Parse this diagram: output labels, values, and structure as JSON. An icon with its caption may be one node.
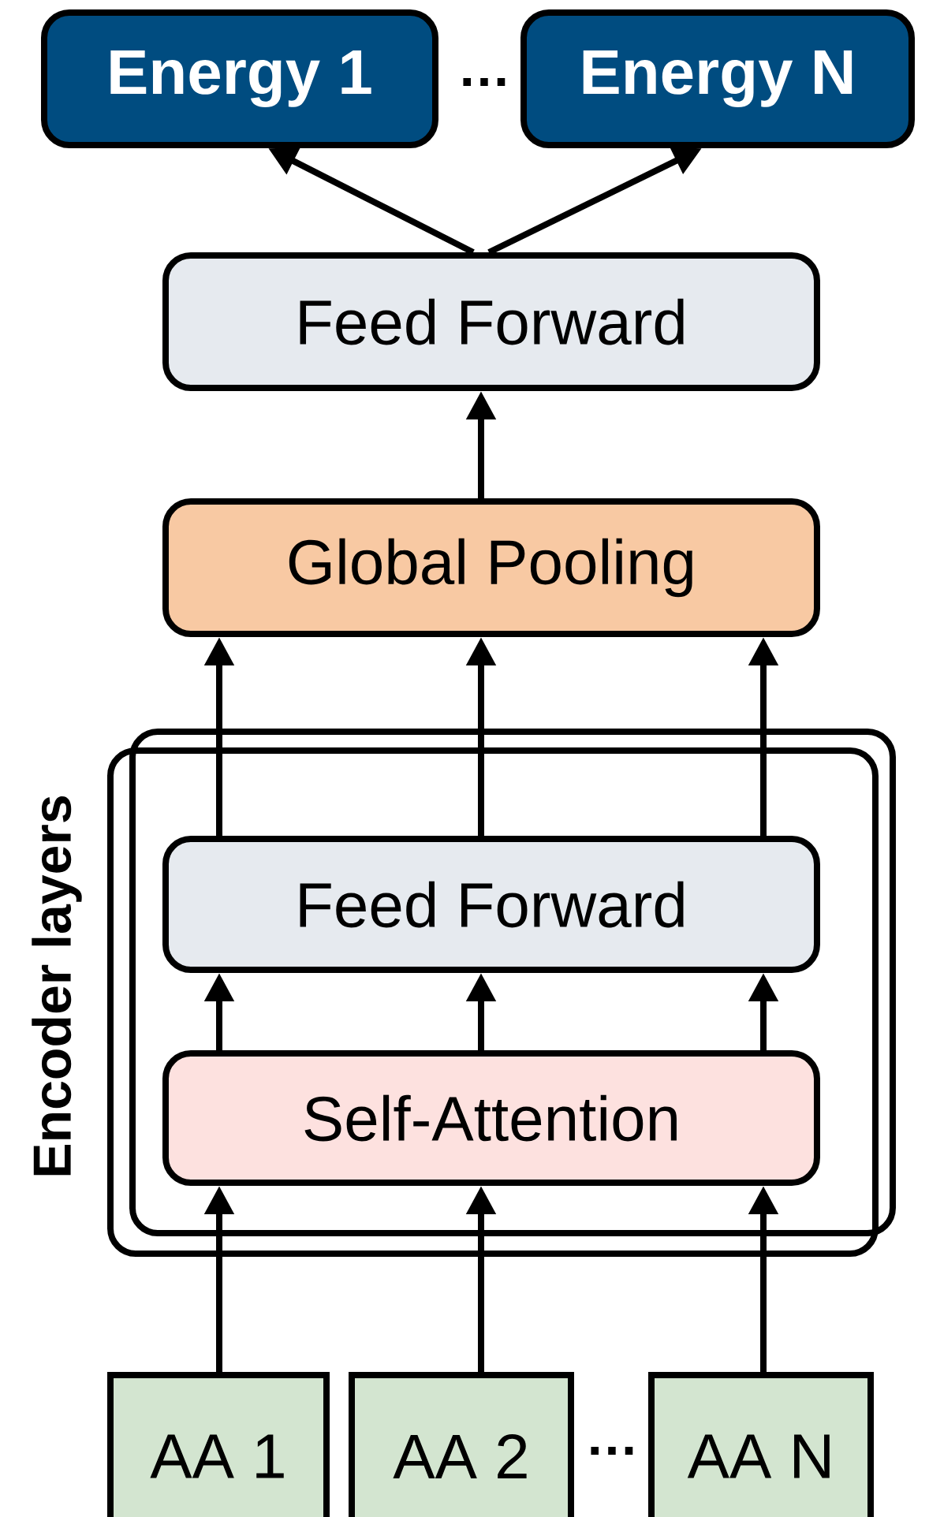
{
  "diagram": {
    "nodes": [
      {
        "text": [
          "Energy  1"
        ]
      },
      {
        "text": [
          "Energy N"
        ]
      },
      {
        "text": [
          "Feed Forward"
        ]
      },
      {
        "text": [
          "Global Pooling"
        ]
      },
      {
        "text": [
          "Encoder layers"
        ]
      },
      {
        "text": [
          "Feed Forward"
        ],
        "in": 4
      },
      {
        "text": [
          "Self-Attention"
        ],
        "in": 4
      },
      {
        "text": [
          "AA 1"
        ]
      },
      {
        "text": [
          "AA 2"
        ]
      },
      {
        "text": [
          "AA N"
        ]
      }
    ],
    "edges": [
      {
        "from": 2,
        "to": 0,
        "arrow": "to"
      },
      {
        "from": 2,
        "to": 1,
        "arrow": "to"
      },
      {
        "from": 3,
        "to": 2,
        "arrow": "to"
      },
      {
        "from": 5,
        "to": 3,
        "arrow": "to"
      },
      {
        "from": 5,
        "to": 3,
        "arrow": "to"
      },
      {
        "from": 5,
        "to": 3,
        "arrow": "to"
      },
      {
        "from": 6,
        "to": 5,
        "arrow": "to"
      },
      {
        "from": 6,
        "to": 5,
        "arrow": "to"
      },
      {
        "from": 6,
        "to": 5,
        "arrow": "to"
      },
      {
        "from": 7,
        "to": 6,
        "arrow": "to"
      },
      {
        "from": 8,
        "to": 6,
        "arrow": "to"
      },
      {
        "from": 9,
        "to": 6,
        "arrow": "to"
      }
    ],
    "labels": [
      "…",
      "…"
    ]
  }
}
